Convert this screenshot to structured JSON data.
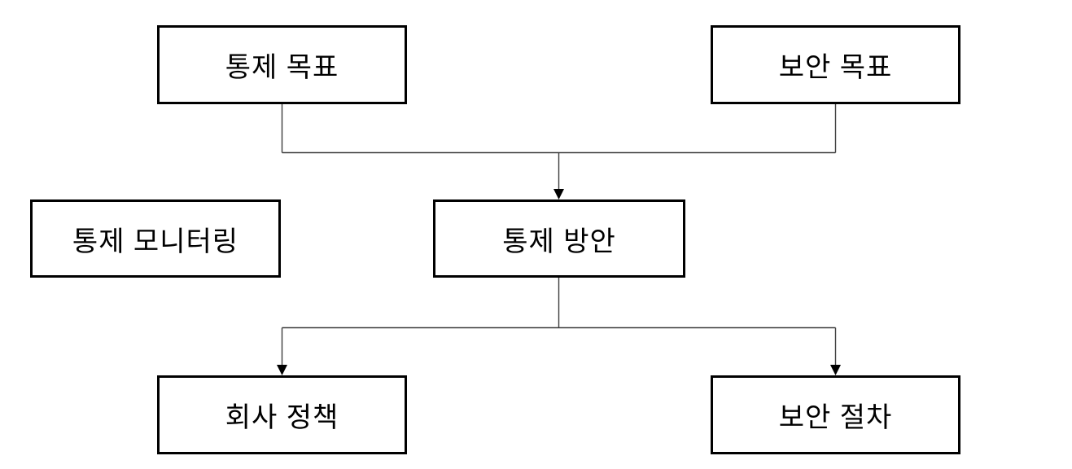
{
  "diagram": {
    "type": "flowchart",
    "language": "ko",
    "nodes": [
      {
        "id": "control-objective",
        "label": "통제 목표"
      },
      {
        "id": "security-objective",
        "label": "보안 목표"
      },
      {
        "id": "control-monitoring",
        "label": "통제 모니터링"
      },
      {
        "id": "control-measures",
        "label": "통제 방안"
      },
      {
        "id": "company-policy",
        "label": "회사 정책"
      },
      {
        "id": "security-procedure",
        "label": "보안 절차"
      }
    ],
    "edges": [
      {
        "from": "control-objective",
        "to": "control-measures",
        "arrow": true
      },
      {
        "from": "security-objective",
        "to": "control-measures",
        "arrow": true
      },
      {
        "from": "control-measures",
        "to": "company-policy",
        "arrow": true
      },
      {
        "from": "control-measures",
        "to": "security-procedure",
        "arrow": true
      }
    ],
    "colors": {
      "background": "#ffffff",
      "box_border": "#000000",
      "box_fill": "#ffffff",
      "text": "#000000",
      "line": "#3d3d3d",
      "arrowhead": "#000000"
    }
  }
}
